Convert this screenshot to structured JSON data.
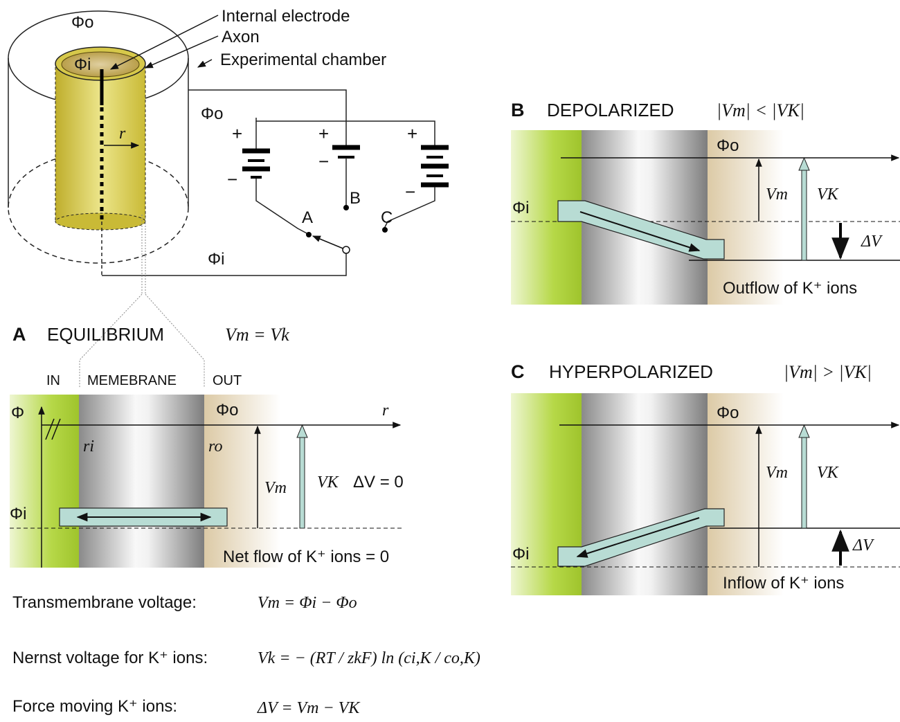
{
  "colors": {
    "membrane_gray": "#bdbdbd",
    "inside_green": "#a8cc3a",
    "outside_tan": "#e6d7bb",
    "ion_bar": "#b8dcd4",
    "axon_yellow": "#d9cc52"
  },
  "top_setup": {
    "label_internal_electrode": "Internal electrode",
    "label_axon": "Axon",
    "label_chamber": "Experimental chamber",
    "phi_o_top": "Φo",
    "phi_i_top": "Φi",
    "phi_o_circuit": "Φo",
    "phi_i_circuit": "Φi",
    "r": "r",
    "plus": "+",
    "minus": "−",
    "switch_a": "A",
    "switch_b": "B",
    "switch_c": "C"
  },
  "panel_a": {
    "letter": "A",
    "title": "EQUILIBRIUM",
    "condition": "Vm = Vk",
    "col_in": "IN",
    "col_membrane": "MEMEBRANE",
    "col_out": "OUT",
    "axis_phi": "Φ",
    "axis_r": "r",
    "phi_o": "Φo",
    "phi_i": "Φi",
    "r_i": "ri",
    "r_o": "ro",
    "vm": "Vm",
    "vk": "VK",
    "delta_v": "ΔV = 0",
    "flow_caption": "Net flow of K⁺ ions = 0"
  },
  "panel_b": {
    "letter": "B",
    "title": "DEPOLARIZED",
    "condition": "|Vm| < |VK|",
    "phi_o": "Φo",
    "phi_i": "Φi",
    "vm": "Vm",
    "vk": "VK",
    "delta_v": "ΔV",
    "flow_caption": "Outflow of K⁺ ions"
  },
  "panel_c": {
    "letter": "C",
    "title": "HYPERPOLARIZED",
    "condition": "|Vm| > |VK|",
    "phi_o": "Φo",
    "phi_i": "Φi",
    "vm": "Vm",
    "vk": "VK",
    "delta_v": "ΔV",
    "flow_caption": "Inflow of K⁺ ions"
  },
  "equations": {
    "transmembrane_label": "Transmembrane voltage:",
    "transmembrane_formula": "Vm = Φi − Φo",
    "nernst_label": "Nernst voltage for K⁺ ions:",
    "nernst_formula": "Vk = − (RT / zkF) ln (ci,K / co,K)",
    "force_label": "Force moving K⁺ ions:",
    "force_formula": "ΔV = Vm − VK"
  }
}
